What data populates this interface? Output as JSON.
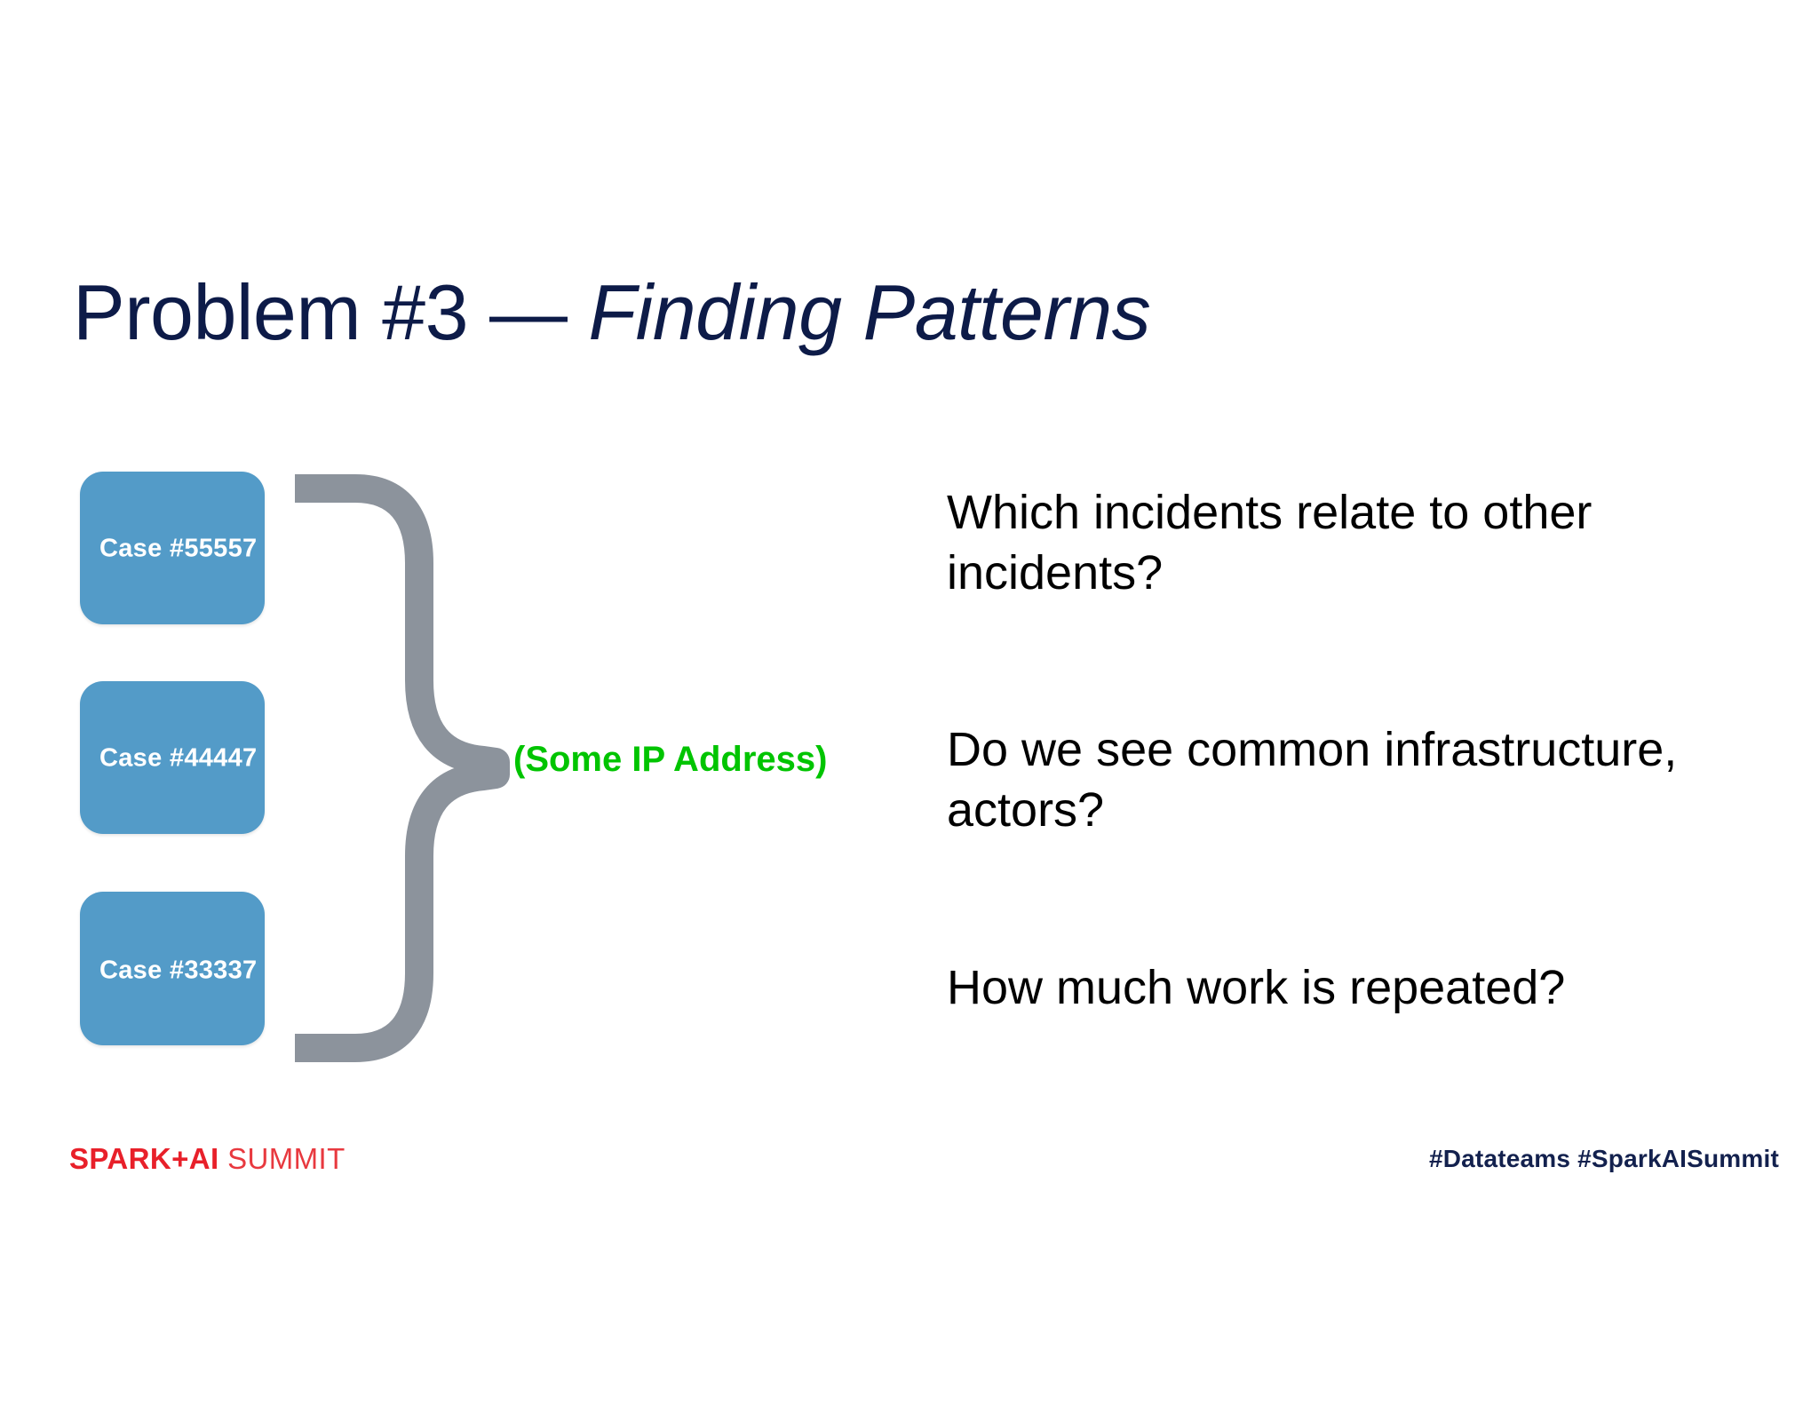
{
  "slide": {
    "background_color": "#ffffff",
    "title": {
      "regular_part": "Problem #3 — ",
      "italic_part": "Finding Patterns",
      "color": "#0d1b48"
    },
    "diagram": {
      "cases": [
        {
          "label": "Case #55557"
        },
        {
          "label": "Case #44447"
        },
        {
          "label": "Case #33337"
        }
      ],
      "case_box_color": "#539bc8",
      "case_label_color": "#ffffff",
      "brace_color": "#8c939c",
      "group_label": "(Some IP Address)",
      "group_label_color": "#00c400"
    },
    "questions": [
      "Which incidents relate to other incidents?",
      "Do we see common infrastructure, actors?",
      "How much work is repeated?"
    ],
    "footer": {
      "logo_bold": "SPARK+AI",
      "logo_light": " SUMMIT",
      "logo_color": "#e8202a",
      "hashtags": "#Datateams  #SparkAISummit",
      "hashtags_color": "#13214e"
    }
  }
}
